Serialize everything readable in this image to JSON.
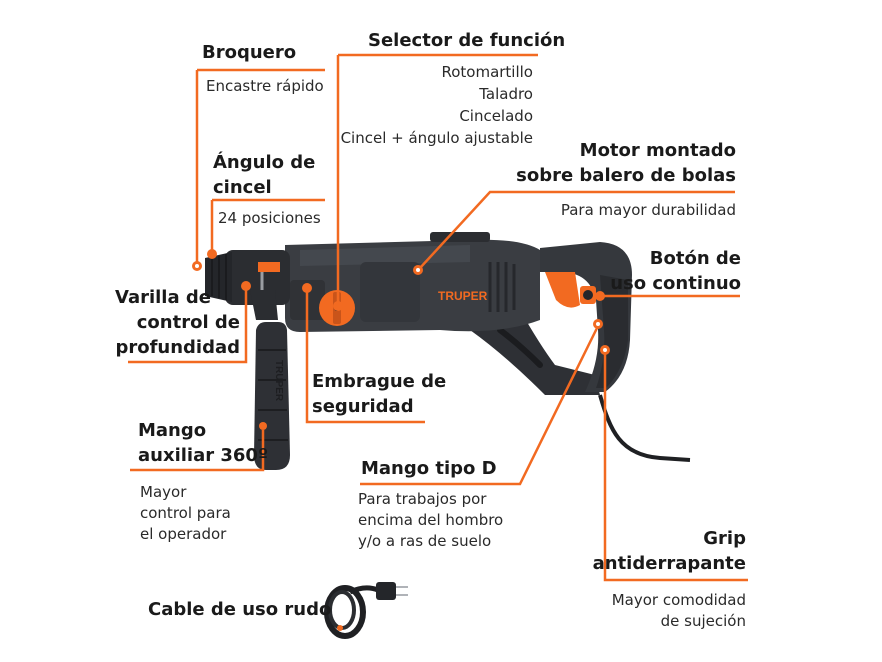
{
  "callouts": {
    "broquero": {
      "title": "Broquero",
      "desc": "Encastre rápido"
    },
    "selector": {
      "title": "Selector de función",
      "options": [
        "Rotomartillo",
        "Taladro",
        "Cincelado",
        "Cincel + ángulo ajustable"
      ]
    },
    "angulo": {
      "title_l1": "Ángulo de",
      "title_l2": "cincel",
      "desc": "24 posiciones"
    },
    "motor": {
      "title_l1": "Motor montado",
      "title_l2": "sobre balero de bolas",
      "desc": "Para mayor durabilidad"
    },
    "boton": {
      "title_l1": "Botón de",
      "title_l2": "uso continuo"
    },
    "varilla": {
      "title_l1": "Varilla de",
      "title_l2": "control de",
      "title_l3": "profundidad"
    },
    "embrague": {
      "title_l1": "Embrague de",
      "title_l2": "seguridad"
    },
    "mango_aux": {
      "title_l1": "Mango",
      "title_l2": "auxiliar 360º",
      "desc_l1": "Mayor",
      "desc_l2": "control para",
      "desc_l3": "el operador"
    },
    "mango_d": {
      "title": "Mango tipo D",
      "desc_l1": "Para trabajos por",
      "desc_l2": "encima del hombro",
      "desc_l3": "y/o a ras de suelo"
    },
    "grip": {
      "title_l1": "Grip",
      "title_l2": "antiderrapante",
      "desc_l1": "Mayor comodidad",
      "desc_l2": "de sujeción"
    },
    "cable": {
      "title": "Cable de uso rudo"
    }
  },
  "product": {
    "brand": "TRUPER",
    "handle_brand": "TRUPER"
  },
  "colors": {
    "accent": "#f26a21",
    "tool_body": "#3a3d42",
    "tool_dark": "#24262a",
    "text": "#1a1a1a"
  }
}
